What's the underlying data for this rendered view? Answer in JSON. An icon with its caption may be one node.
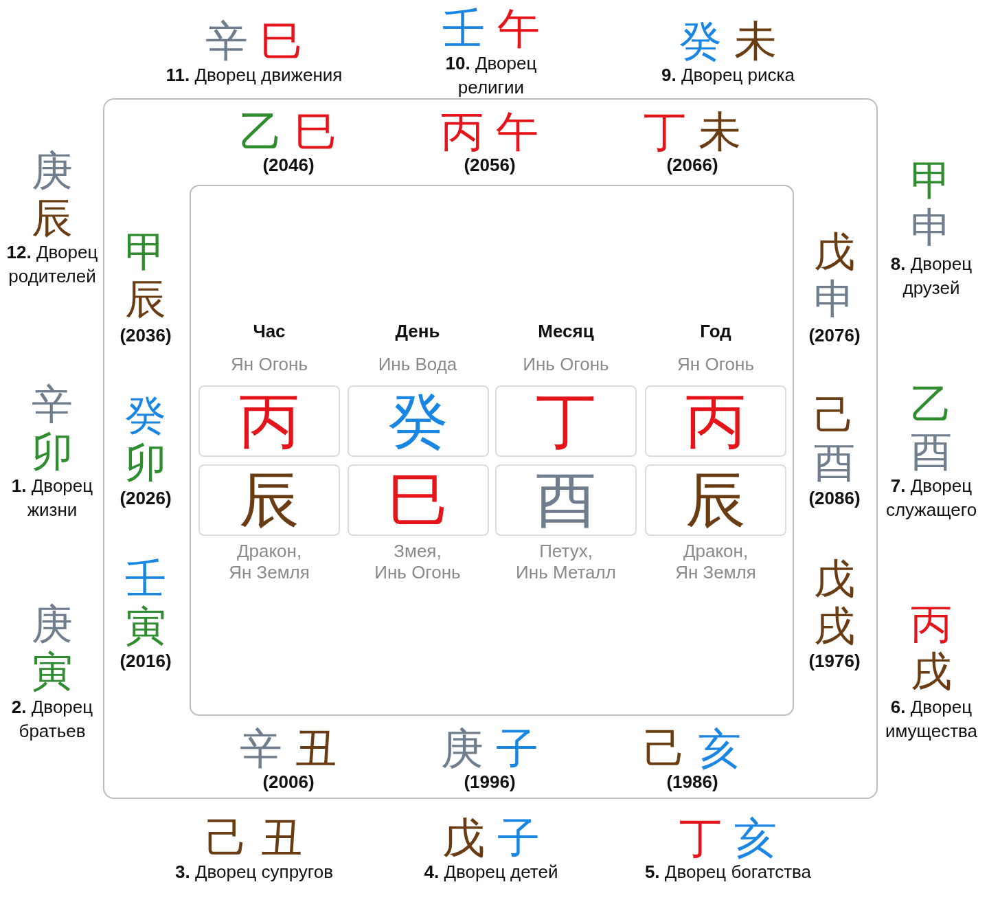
{
  "diagram": {
    "nodes": [
      {
        "text": [],
        "shape": "box"
      },
      {
        "text": [
          "Час",
          "День",
          "Месяц",
          "Год",
          "Ян Огонь",
          "Инь Вода",
          "Инь Огонь",
          "Ян Огонь",
          "Дракон, Ян Земля",
          "Змея, Инь Огонь",
          "Петух, Инь Металл",
          "Дракон, Ян Земля"
        ],
        "in": 0
      },
      {
        "text": [
          "丙"
        ],
        "in": 1
      },
      {
        "text": [
          "癸"
        ],
        "in": 1
      },
      {
        "text": [
          "丁"
        ],
        "in": 1
      },
      {
        "text": [
          "丙"
        ],
        "in": 1
      },
      {
        "text": [
          "辰"
        ],
        "in": 1
      },
      {
        "text": [
          "巳"
        ],
        "in": 1
      },
      {
        "text": [
          "酉"
        ],
        "in": 1
      },
      {
        "text": [
          "辰"
        ],
        "in": 1
      }
    ],
    "labels": [
      "辛 巳",
      "壬 午",
      "癸 未",
      "**11.** Дворец движения",
      "**10.** Дворец религии",
      "**9.** Дворец риска",
      "乙 巳",
      "丙 午",
      "丁 未",
      "(2046)",
      "(2056)",
      "(2066)",
      "甲申",
      "**8.** Дворец друзей",
      "庚辰",
      "**12.** Дворец родителей",
      "甲辰",
      "(2036)",
      "戊申",
      "(2076)",
      "辛卯",
      "**1.** Дворец жизни",
      "癸卯",
      "(2026)",
      "己酉",
      "(2086)",
      "乙酉",
      "**7.** Дворец служащего",
      "壬寅",
      "(2016)",
      "戊戌",
      "(1976)",
      "庚寅",
      "**2.** Дворец братьев",
      "丙戌",
      "**6.** Дворец имущества",
      "辛 丑",
      "庚 子",
      "己 亥",
      "(2006)",
      "(1996)",
      "(1986)",
      "己 丑",
      "戊 子",
      "丁 亥",
      "**3.** Дворец супругов",
      "**4.** Дворец детей",
      "**5.** Дворец богатства"
    ]
  }
}
